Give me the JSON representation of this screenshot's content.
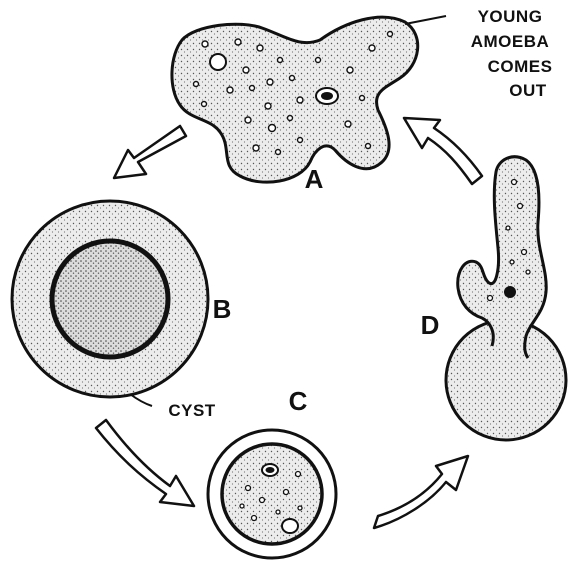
{
  "diagram": {
    "stages": {
      "a": "A",
      "b": "B",
      "c": "C",
      "d": "D"
    },
    "labels": {
      "young_line1": "YOUNG",
      "young_line2": "AMOEBA",
      "young_line3": "COMES",
      "young_line4": "OUT",
      "cyst": "CYST"
    },
    "colors": {
      "ink": "#111111",
      "cytoplasm": "#e6e6e6",
      "background": "#ffffff"
    }
  }
}
